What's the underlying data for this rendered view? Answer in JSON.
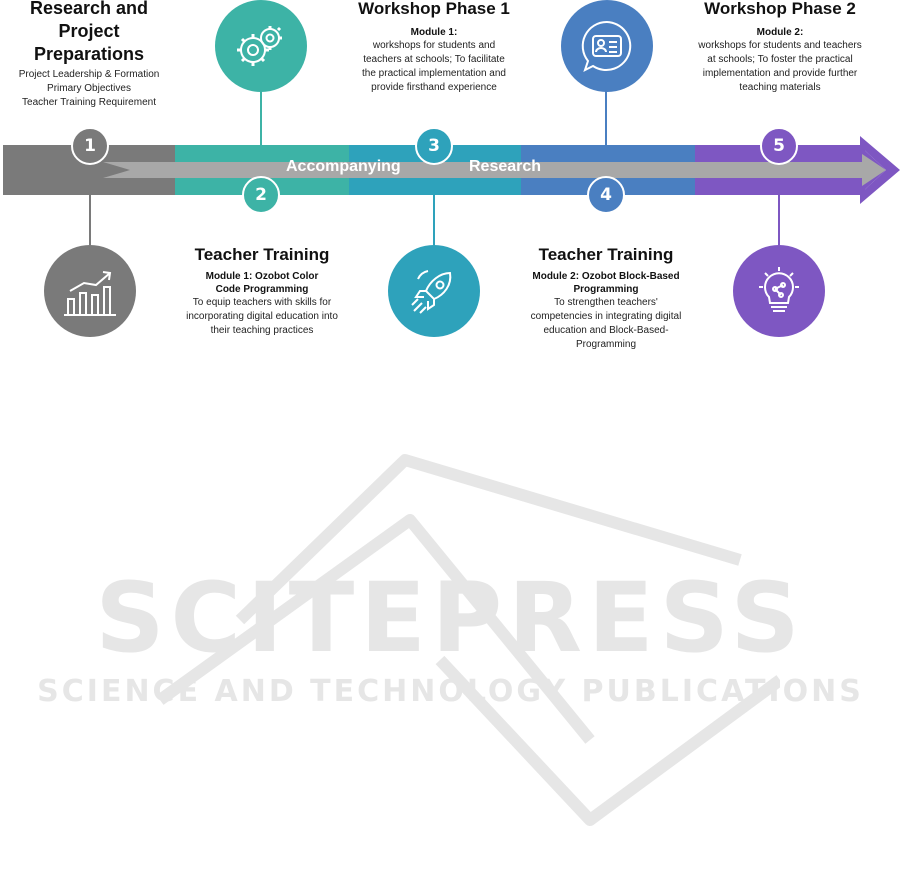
{
  "colors": {
    "gray": "#7a7a7a",
    "teal": "#3db3a6",
    "cyan": "#2ea2bb",
    "blue": "#4a7fc1",
    "purple": "#7e57c2",
    "arrow": "#a8a8a8",
    "watermark": "#e6e6e6"
  },
  "banner": {
    "left_word": "Accompanying",
    "right_word": "Research"
  },
  "steps": [
    {
      "number": "1",
      "title": "Research and Project Preparations",
      "lines": [
        "Project Leadership & Formation",
        "Primary Objectives",
        "Teacher Training Requirement"
      ],
      "icon": "growth-chart-icon"
    },
    {
      "number": "2",
      "title": "Teacher Training",
      "module": "Module 1: Ozobot Color Code Programming",
      "text": "To equip teachers with skills for incorporating digital education into their teaching practices",
      "icon": "gears-icon"
    },
    {
      "number": "3",
      "title": "Workshop Phase 1",
      "module": "Module 1:",
      "text": "workshops for students and teachers at schools; To facilitate the practical implementation and provide firsthand experience",
      "icon": "rocket-icon"
    },
    {
      "number": "4",
      "title": "Teacher Training",
      "module": "Module 2: Ozobot Block-Based Programming",
      "text": "To strengthen teachers' competencies in integrating digital education and Block-Based-Programming",
      "icon": "id-card-chat-icon"
    },
    {
      "number": "5",
      "title": "Workshop Phase 2",
      "module": "Module 2:",
      "text": "workshops for students and teachers at schools; To foster the practical implementation and provide further teaching materials",
      "icon": "lightbulb-icon"
    }
  ],
  "watermark": {
    "brand": "SCITEPRESS",
    "tagline": "SCIENCE AND TECHNOLOGY PUBLICATIONS"
  }
}
